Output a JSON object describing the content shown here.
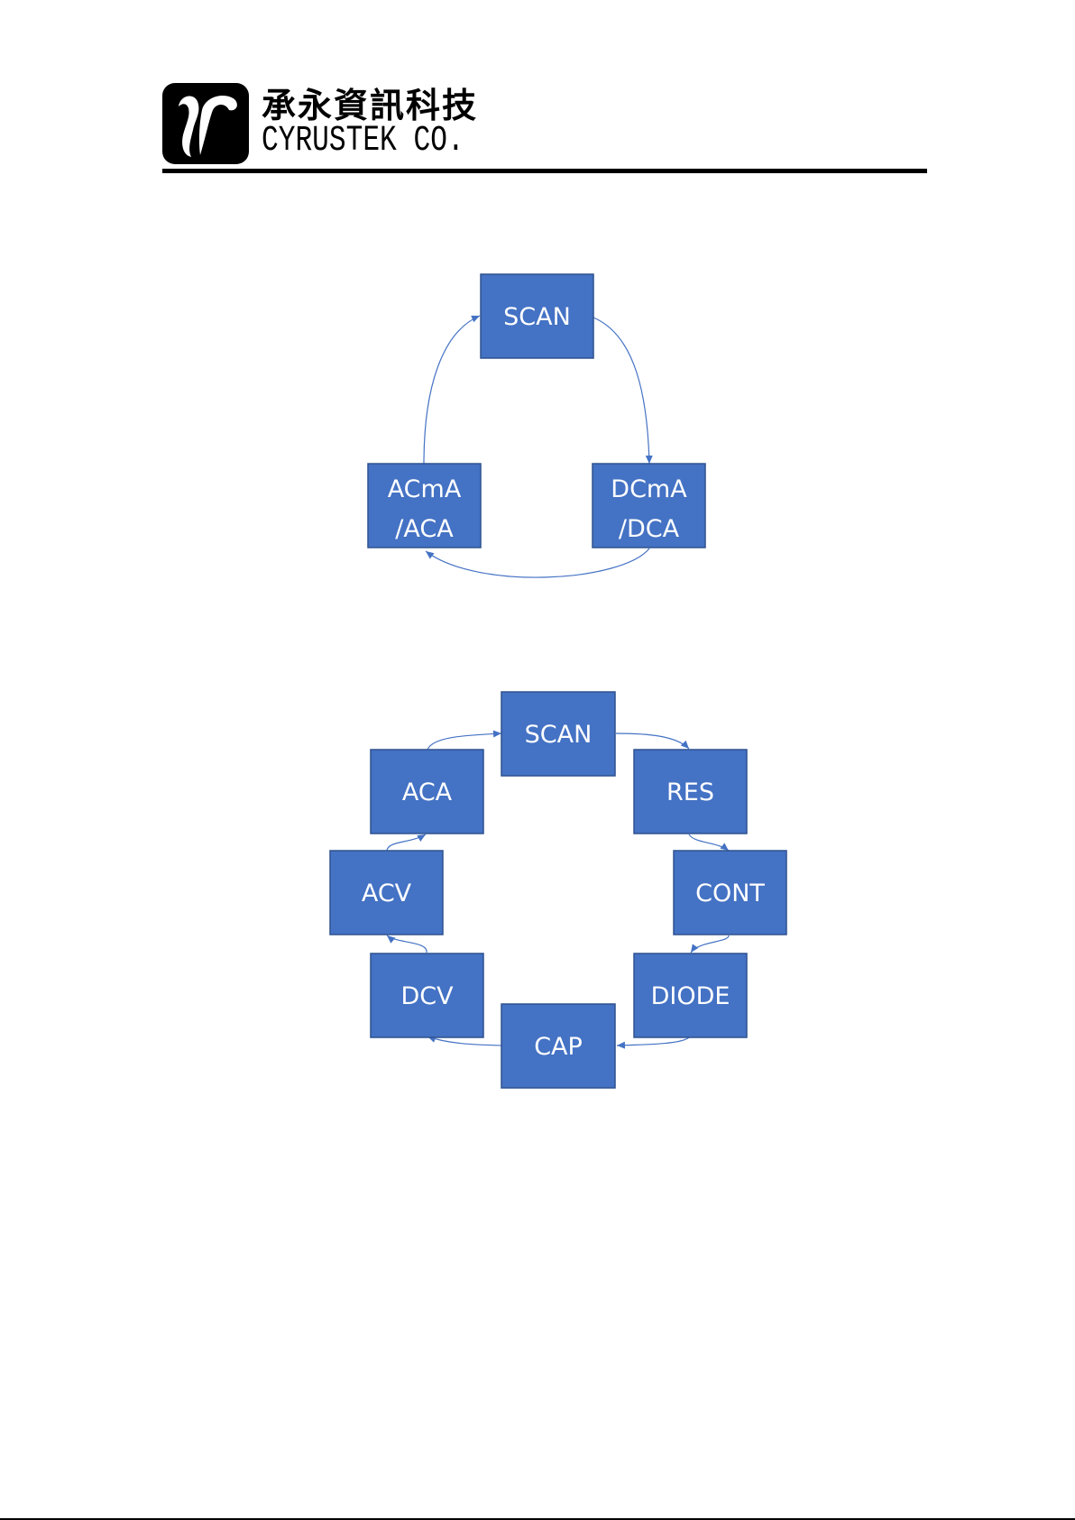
{
  "header": {
    "company_name_cn": "承永資訊科技",
    "company_name_en": "CYRUSTEK CO.",
    "logo_icon": "cyrustek-logo-icon"
  },
  "colors": {
    "node_fill": "#4472c4",
    "node_border": "#2f528f",
    "arrow": "#4472c4",
    "text": "#ffffff"
  },
  "diagram_1": {
    "nodes": [
      {
        "id": "scan",
        "lines": [
          "SCAN"
        ]
      },
      {
        "id": "dcma",
        "lines": [
          "DCmA",
          "/DCA"
        ]
      },
      {
        "id": "acma",
        "lines": [
          "ACmA",
          "/ACA"
        ]
      }
    ],
    "edges": [
      {
        "from": "scan",
        "to": "dcma"
      },
      {
        "from": "dcma",
        "to": "acma"
      },
      {
        "from": "acma",
        "to": "scan"
      }
    ]
  },
  "diagram_2": {
    "nodes": [
      {
        "id": "scan",
        "lines": [
          "SCAN"
        ]
      },
      {
        "id": "res",
        "lines": [
          "RES"
        ]
      },
      {
        "id": "cont",
        "lines": [
          "CONT"
        ]
      },
      {
        "id": "diode",
        "lines": [
          "DIODE"
        ]
      },
      {
        "id": "cap",
        "lines": [
          "CAP"
        ]
      },
      {
        "id": "dcv",
        "lines": [
          "DCV"
        ]
      },
      {
        "id": "acv",
        "lines": [
          "ACV"
        ]
      },
      {
        "id": "aca",
        "lines": [
          "ACA"
        ]
      }
    ],
    "edges": [
      {
        "from": "scan",
        "to": "res"
      },
      {
        "from": "res",
        "to": "cont"
      },
      {
        "from": "cont",
        "to": "diode"
      },
      {
        "from": "diode",
        "to": "cap"
      },
      {
        "from": "cap",
        "to": "dcv"
      },
      {
        "from": "dcv",
        "to": "acv"
      },
      {
        "from": "acv",
        "to": "aca"
      },
      {
        "from": "aca",
        "to": "scan"
      }
    ]
  }
}
